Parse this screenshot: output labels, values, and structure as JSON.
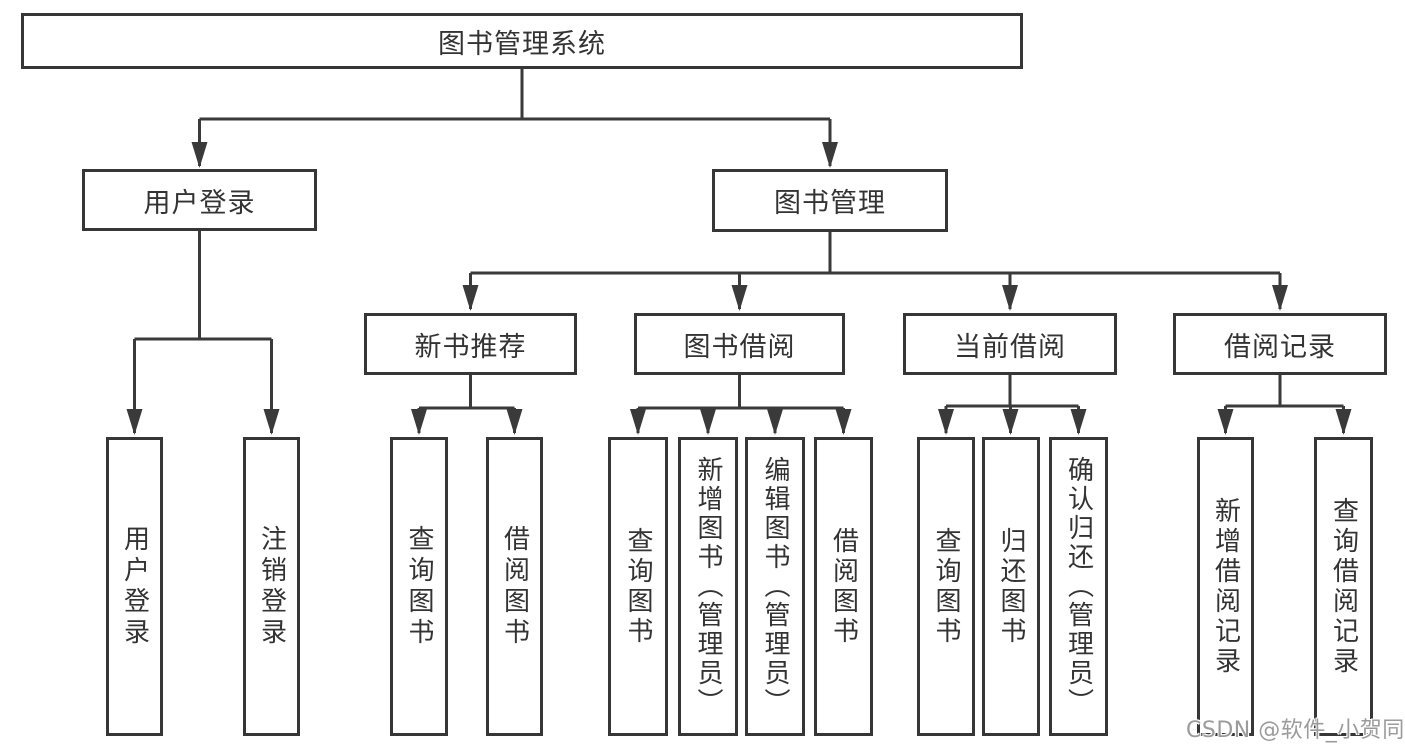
{
  "tree": {
    "label": "图书管理系统",
    "children": [
      {
        "label": "用户登录",
        "children": [
          {
            "label": "用户登录"
          },
          {
            "label": "注销登录"
          }
        ]
      },
      {
        "label": "图书管理",
        "children": [
          {
            "label": "新书推荐",
            "children": [
              {
                "label": "查询图书"
              },
              {
                "label": "借阅图书"
              }
            ]
          },
          {
            "label": "图书借阅",
            "children": [
              {
                "label": "查询图书"
              },
              {
                "label": "新增图书（管理员）"
              },
              {
                "label": "编辑图书（管理员）"
              },
              {
                "label": "借阅图书"
              }
            ]
          },
          {
            "label": "当前借阅",
            "children": [
              {
                "label": "查询图书"
              },
              {
                "label": "归还图书"
              },
              {
                "label": "确认归还（管理员）"
              }
            ]
          },
          {
            "label": "借阅记录",
            "children": [
              {
                "label": "新增借阅记录"
              },
              {
                "label": "查询借阅记录"
              }
            ]
          }
        ]
      }
    ]
  },
  "colors": {
    "line": "#3a3a3a",
    "box_border": "#363636",
    "text": "#333333",
    "watermark": "#969696"
  },
  "watermark": {
    "text": "CSDN @软件_小贺同学"
  }
}
